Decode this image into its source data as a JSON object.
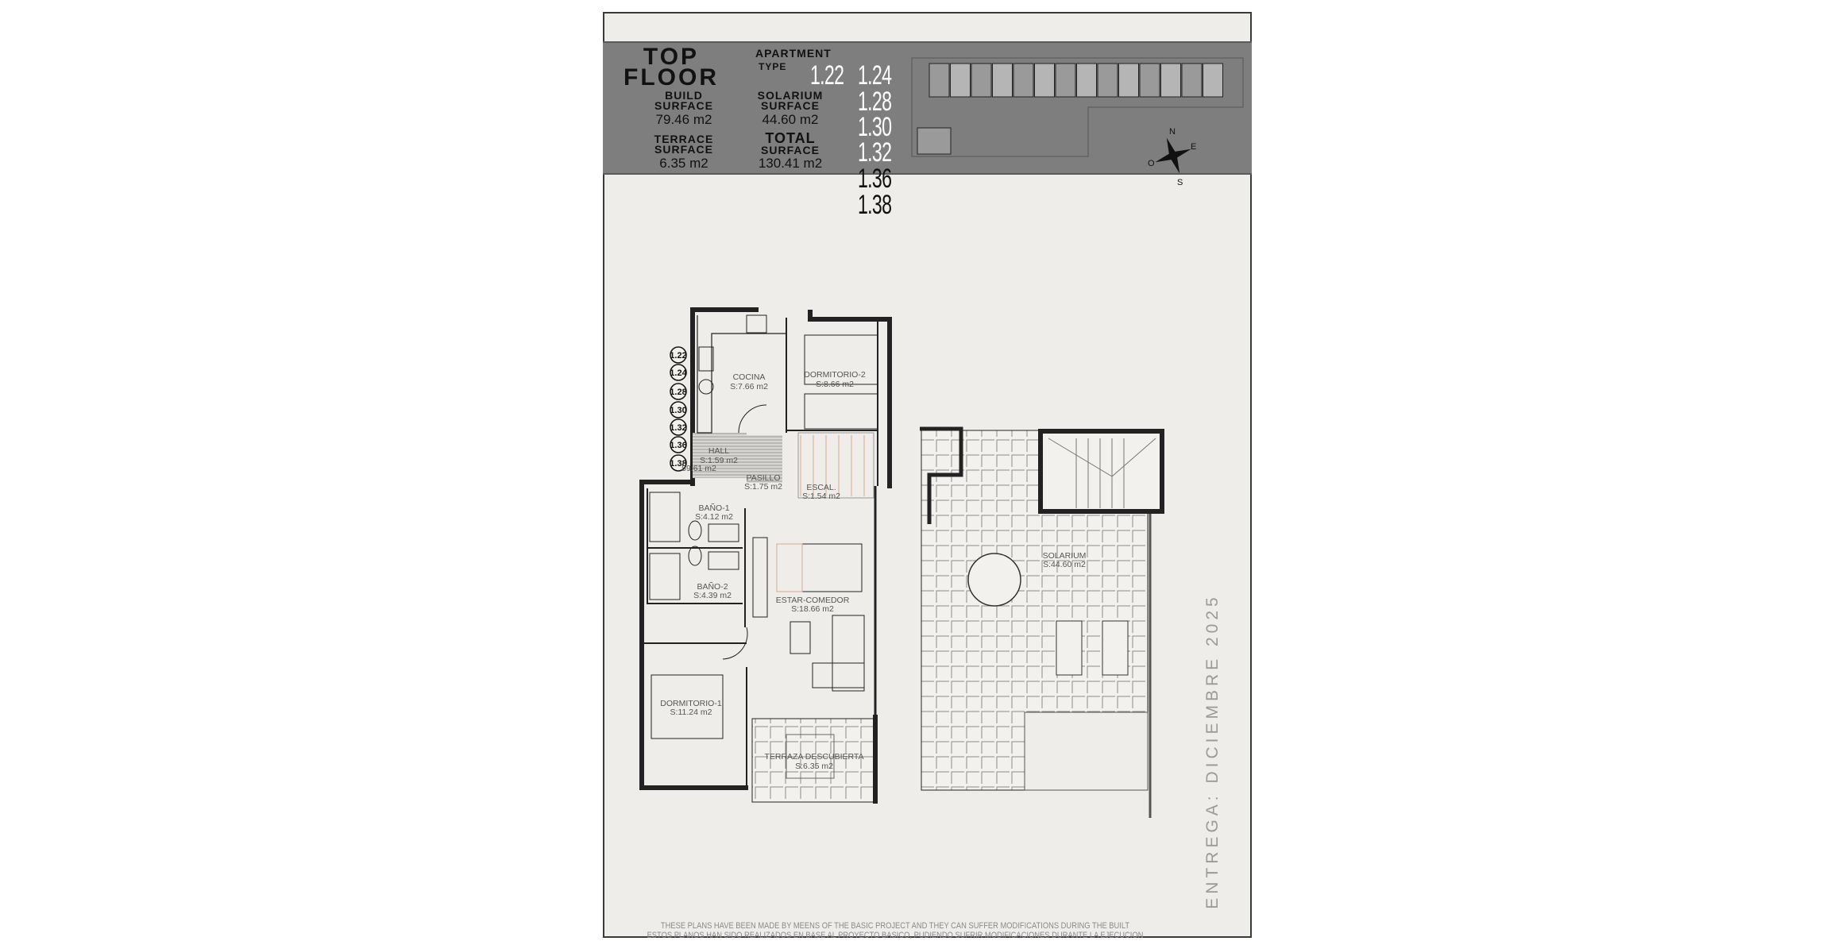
{
  "header": {
    "floor_line1": "TOP",
    "floor_line2": "FLOOR",
    "apartment_label": "APARTMENT",
    "type_label": "TYPE",
    "types": [
      "1.22",
      "1.24",
      "1.28",
      "1.30",
      "1.32",
      "1.36",
      "1.38"
    ],
    "build_label_1": "BUILD",
    "build_label_2": "SURFACE",
    "build_value": "79.46 m2",
    "solarium_label_1": "SOLARIUM",
    "solarium_label_2": "SURFACE",
    "solarium_value": "44.60 m2",
    "terrace_label_1": "TERRACE",
    "terrace_label_2": "SURFACE",
    "terrace_value": "6.35 m2",
    "total_label_1": "TOTAL",
    "total_label_2": "SURFACE",
    "total_value": "130.41 m2",
    "compass": {
      "n": "N",
      "e": "E",
      "s": "S",
      "o": "O"
    }
  },
  "plan": {
    "unit_markers": [
      "1.22",
      "1.24",
      "1.28",
      "1.30",
      "1.32",
      "1.36",
      "1.38"
    ],
    "rooms": {
      "cocina": {
        "name": "COCINA",
        "area": "S:7.66 m2"
      },
      "dormitorio2": {
        "name": "DORMITORIO-2",
        "area": "S:8.66 m2"
      },
      "hall": {
        "name": "HALL",
        "area": "S:1.59 m2",
        "extra": "59.61 m2"
      },
      "pasillo": {
        "name": "PASILLO",
        "area": "S:1.75 m2"
      },
      "escal": {
        "name": "ESCAL.",
        "area": "S:1.54 m2"
      },
      "bano1": {
        "name": "BAÑO-1",
        "area": "S:4.12 m2"
      },
      "bano2": {
        "name": "BAÑO-2",
        "area": "S:4.39 m2"
      },
      "estar": {
        "name": "ESTAR-COMEDOR",
        "area": "S:18.66 m2"
      },
      "dormitorio1": {
        "name": "DORMITORIO-1",
        "area": "S:11.24 m2"
      },
      "terraza": {
        "name": "TERRAZA DESCUBIERTA",
        "area": "S:6.35 m2"
      },
      "solarium": {
        "name": "SOLARIUM",
        "area": "S:44.60 m2"
      }
    }
  },
  "delivery": "ENTREGA: DICIEMBRE 2025",
  "footer": {
    "line_en": "THESE PLANS HAVE BEEN MADE BY MEENS OF THE BASIC PROJECT AND THEY CAN SUFFER MODIFICATIONS DURING THE BUILT",
    "line_es": "ESTOS PLANOS HAN SIDO REALIZADOS EN BASE AL PROYECTO BASICO, PUDIENDO SUFRIR MODIFICACIONES DURANTE LA EJECUCION"
  },
  "colors": {
    "band": "#7e7e7e",
    "sheet": "#efede9",
    "wall": "#222222",
    "accent_lines": "#d9a98c"
  }
}
